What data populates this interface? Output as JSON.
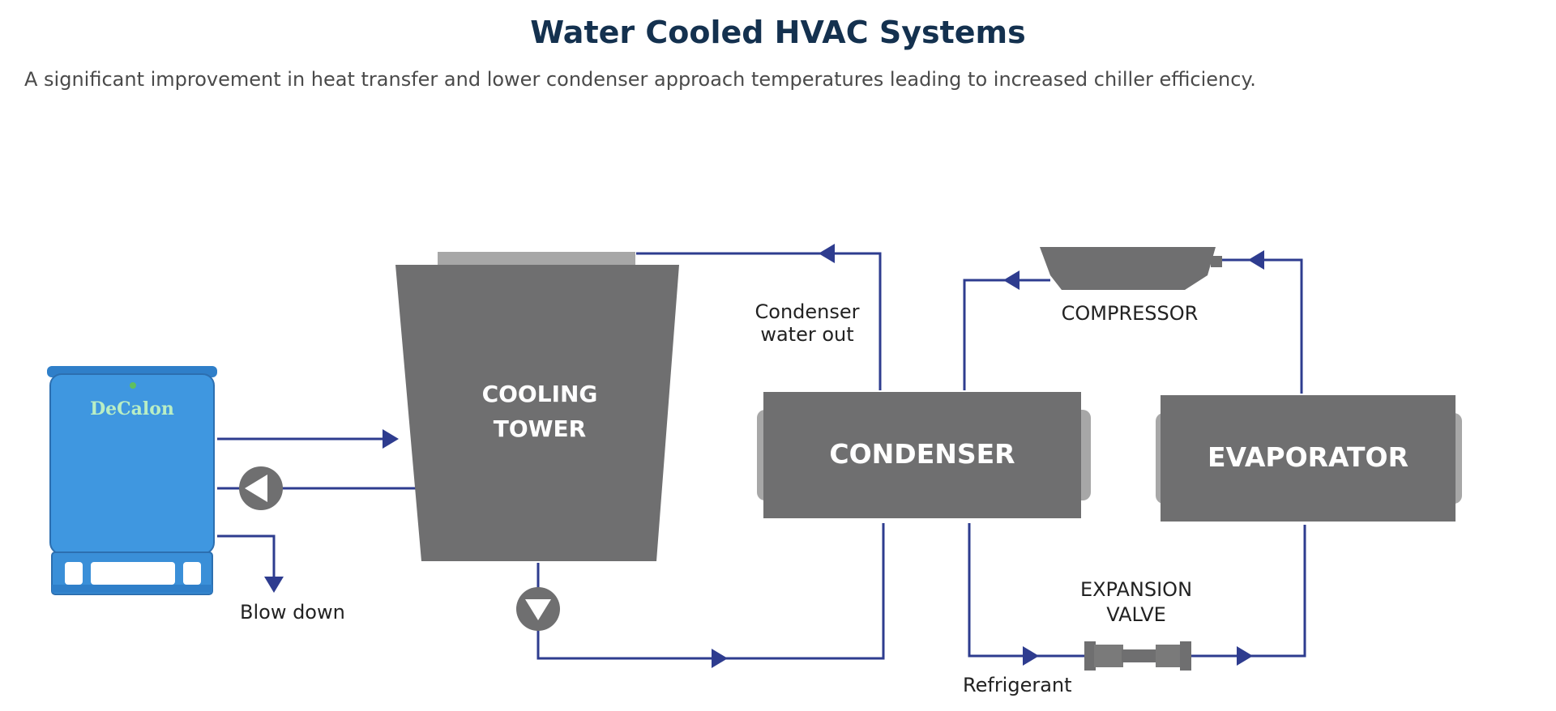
{
  "header": {
    "title": "Water Cooled HVAC Systems",
    "subtitle": "A significant improvement in heat transfer and lower condenser approach temperatures leading to increased chiller efficiency."
  },
  "diagram": {
    "unit_brand": "DeCalon",
    "cooling_tower": {
      "line1": "COOLING",
      "line2": "TOWER"
    },
    "condenser": "CONDENSER",
    "evaporator": "EVAPORATOR",
    "compressor": "COMPRESSOR",
    "expansion_valve": {
      "line1": "EXPANSION",
      "line2": "VALVE"
    },
    "condenser_water_out": {
      "line1": "Condenser",
      "line2": "water out"
    },
    "blow_down": "Blow down",
    "refrigerant": "Refrigerant"
  },
  "colors": {
    "title": "#14314f",
    "subtitle": "#4a4a4a",
    "pipe": "#2e3c8f",
    "component_gray": "#6f6f70",
    "light_gray": "#a7a7a7",
    "unit_blue": "#3f97e0",
    "brand_text": "#b9eec4"
  }
}
